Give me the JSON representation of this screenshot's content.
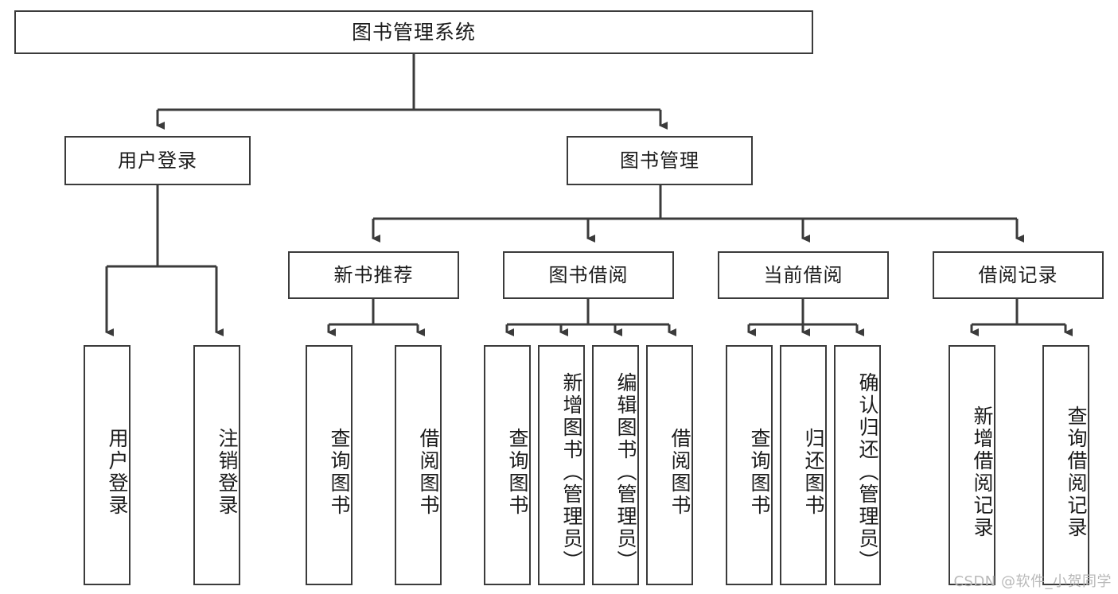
{
  "diagram": {
    "title": "图书管理系统",
    "watermark": "CSDN @软件_小贺同学",
    "colors": {
      "stroke": "#3b3b3b",
      "background": "#ffffff",
      "text": "#1b1b1b",
      "watermark": "#b9b9b9"
    },
    "root": {
      "label": "图书管理系统"
    },
    "level2": [
      {
        "label": "用户登录"
      },
      {
        "label": "图书管理"
      }
    ],
    "level3": [
      {
        "label": "新书推荐"
      },
      {
        "label": "图书借阅"
      },
      {
        "label": "当前借阅"
      },
      {
        "label": "借阅记录"
      }
    ],
    "leaves": {
      "user_login": [
        {
          "label": "用户登录"
        },
        {
          "label": "注销登录"
        }
      ],
      "new_book_recommend": [
        {
          "label": "查询图书"
        },
        {
          "label": "借阅图书"
        }
      ],
      "book_borrow": [
        {
          "label": "查询图书"
        },
        {
          "label": "新增图书（管理员）"
        },
        {
          "label": "编辑图书（管理员）"
        },
        {
          "label": "借阅图书"
        }
      ],
      "current_borrow": [
        {
          "label": "查询图书"
        },
        {
          "label": "归还图书"
        },
        {
          "label": "确认归还（管理员）"
        }
      ],
      "borrow_record": [
        {
          "label": "新增借阅记录"
        },
        {
          "label": "查询借阅记录"
        }
      ]
    }
  }
}
